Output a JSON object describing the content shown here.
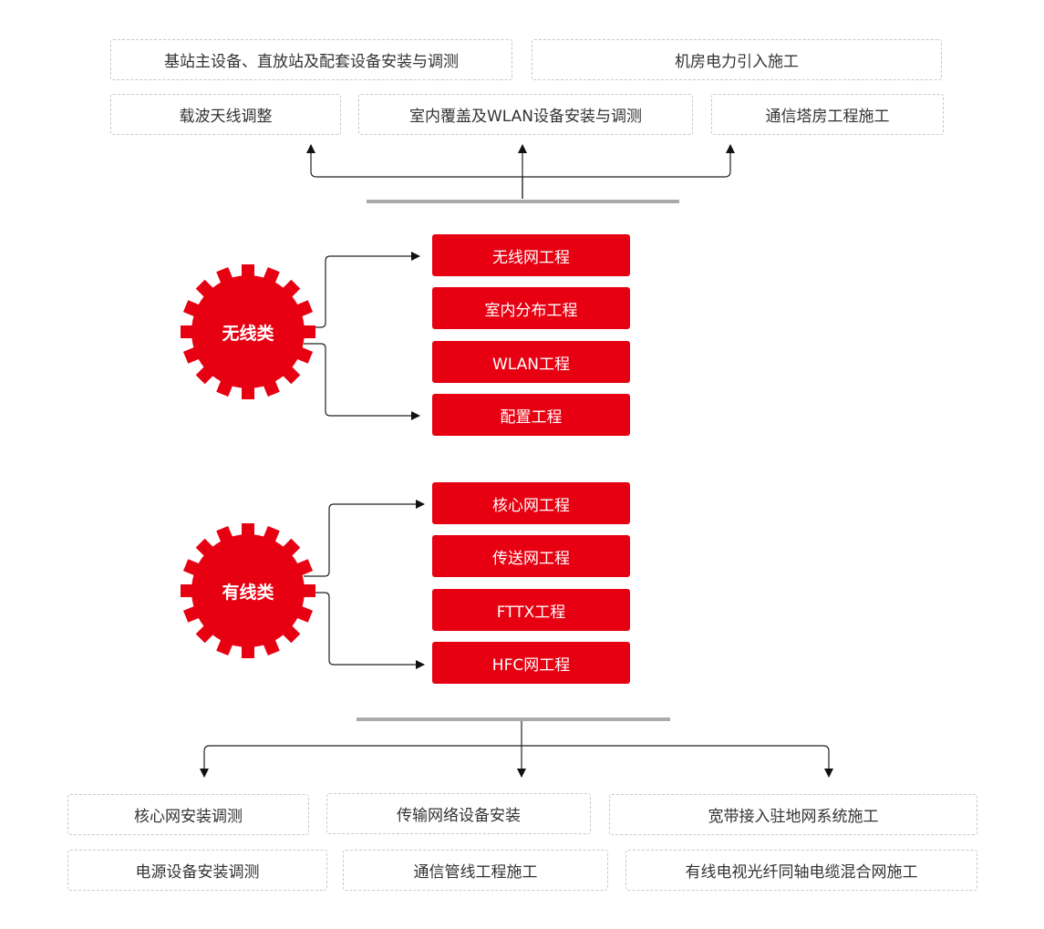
{
  "top_tasks": [
    "基站主设备、直放站及配套设备安装与调测",
    "机房电力引入施工",
    "载波天线调整",
    "室内覆盖及WLAN设备安装与调测",
    "通信塔房工程施工"
  ],
  "wireless": {
    "label": "无线类",
    "items": [
      "无线网工程",
      "室内分布工程",
      "WLAN工程",
      "配置工程"
    ]
  },
  "wired": {
    "label": "有线类",
    "items": [
      "核心网工程",
      "传送网工程",
      "FTTX工程",
      "HFC网工程"
    ]
  },
  "bottom_tasks": [
    "核心网安装调测",
    "传输网络设备安装",
    "宽带接入驻地网系统施工",
    "电源设备安装调测",
    "通信管线工程施工",
    "有线电视光纤同轴电缆混合网施工"
  ],
  "colors": {
    "accent": "#e60012",
    "connector": "#222222",
    "divider": "#aaaaaa",
    "dashed_border": "#c8c8c8"
  }
}
